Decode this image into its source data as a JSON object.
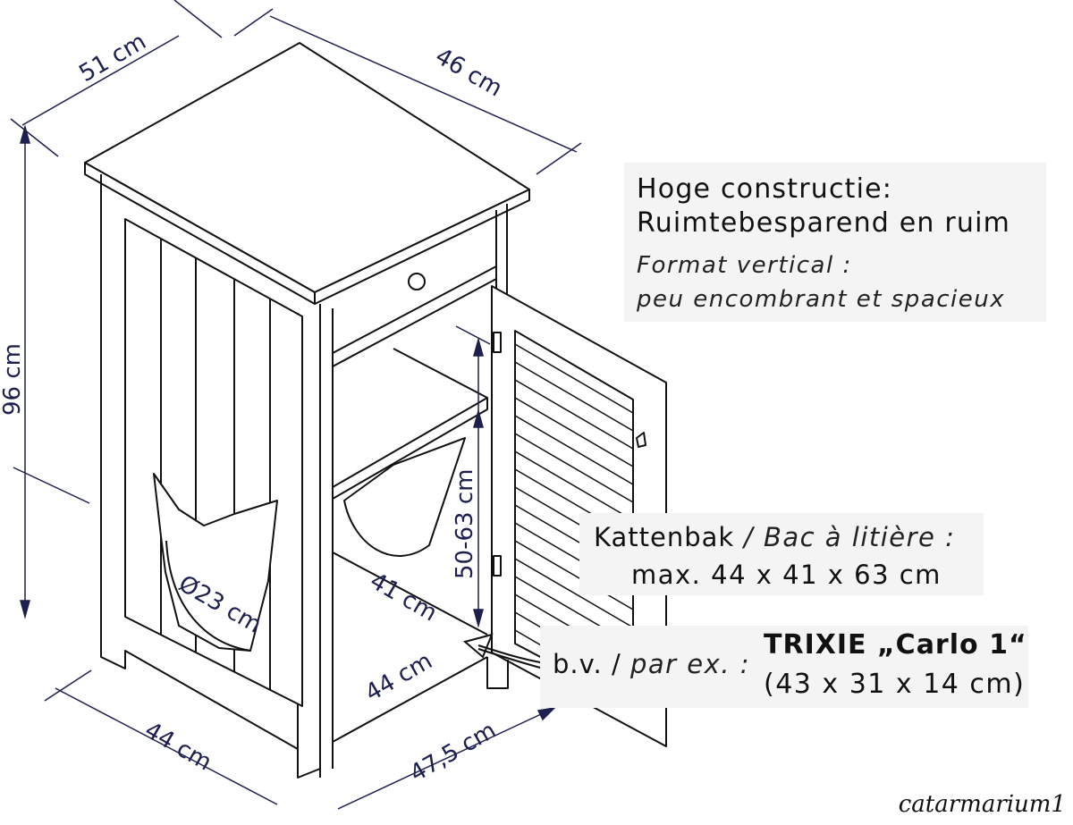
{
  "diagram": {
    "subject": "Cat litter cabinet (isometric line drawing)",
    "line_color": "#111111",
    "dimension_color": "#1d1f4f",
    "panel_background": "#f4f4f4"
  },
  "dimensions": {
    "top_depth": "51 cm",
    "top_width": "46 cm",
    "height": "96 cm",
    "base_side": "44 cm",
    "base_front": "47,5 cm",
    "inner_depth": "41 cm",
    "inner_width": "44 cm",
    "inner_height": "50-63 cm",
    "cat_door": "Ø23 cm"
  },
  "callouts": {
    "title_nl_1": "Hoge constructie:",
    "title_nl_2": "Ruimtebesparend en ruim",
    "title_fr_1": "Format vertical :",
    "title_fr_2": "peu encombrant et spacieux",
    "litter_nl": "Kattenbak",
    "litter_sep": " / ",
    "litter_fr": "Bac à litière :",
    "litter_max": "max. 44 x 41 x 63 cm",
    "example_nl": "b.v. / ",
    "example_fr": "par ex. :",
    "example_product": "TRIXIE „Carlo 1“",
    "example_size": "(43 x 31 x 14 cm)"
  },
  "signature": "catarmarium1"
}
